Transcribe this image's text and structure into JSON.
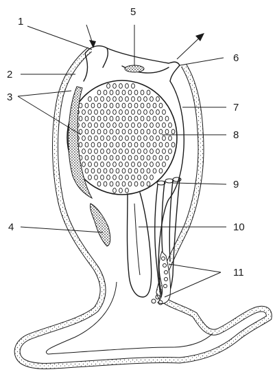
{
  "labels": [
    "1",
    "2",
    "3",
    "4",
    "5",
    "6",
    "7",
    "8",
    "9",
    "10",
    "11"
  ],
  "colors": {
    "ink": "#1a1a1a",
    "stipple": "#555555",
    "background": "#ffffff"
  }
}
